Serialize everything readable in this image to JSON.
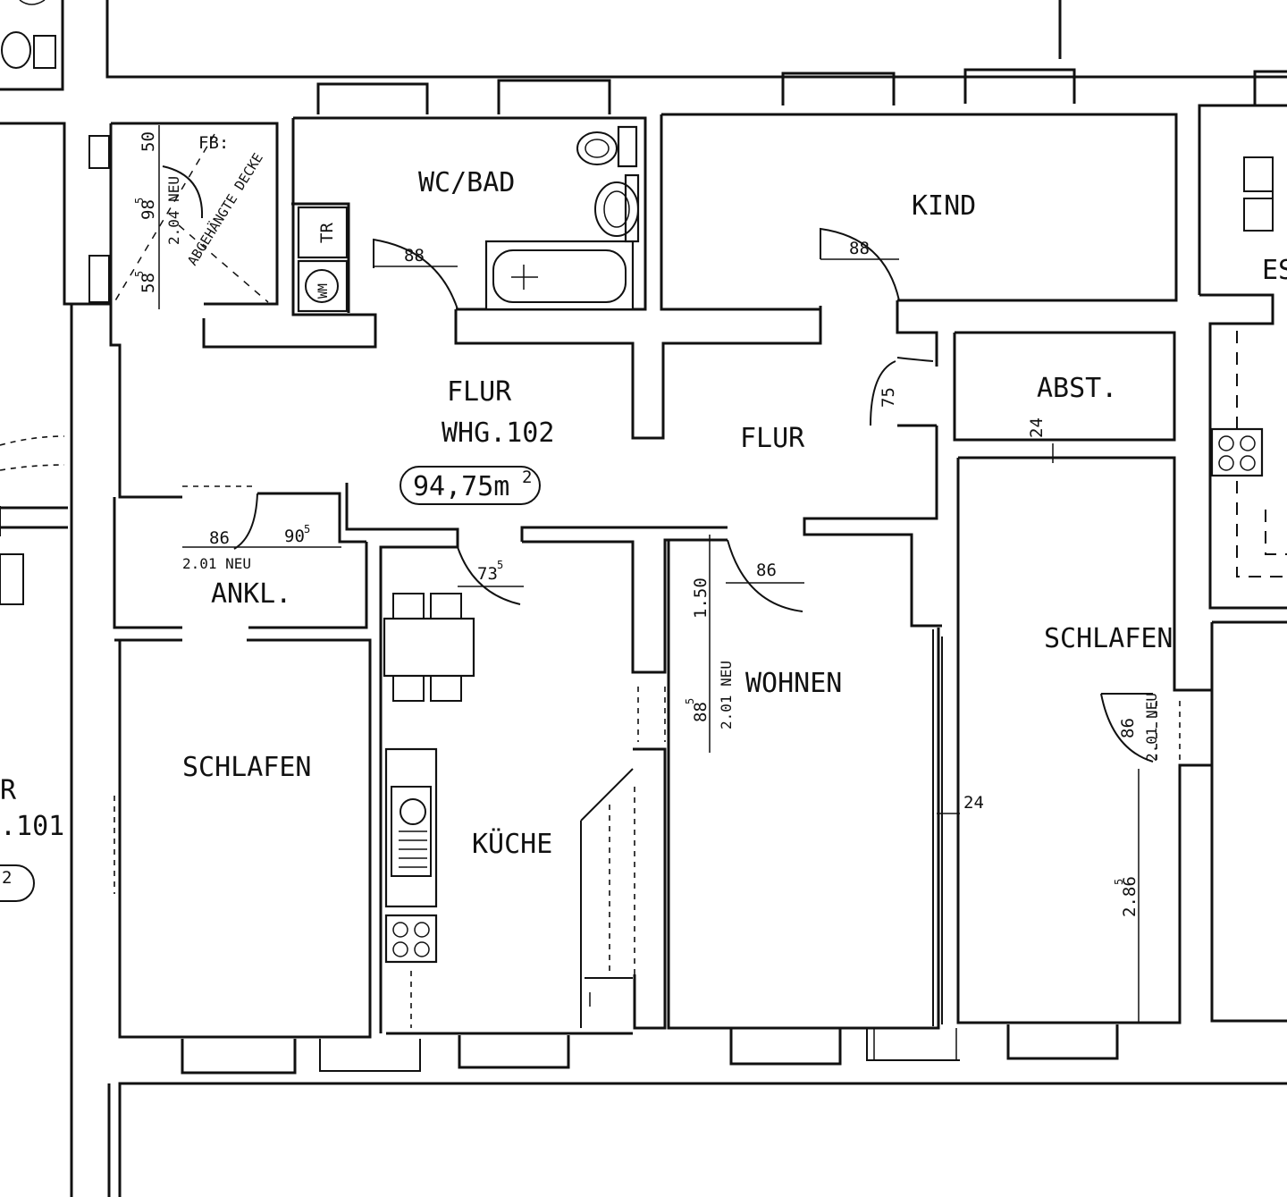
{
  "plan": {
    "apartment_label": "WHG.102",
    "area": "94,75m",
    "area_superscript": "2",
    "neighbor_fragment": "R",
    "neighbor_unit": ".101",
    "neighbor_area_fragment": "2",
    "neighbor_right_fragment": "ES",
    "rooms": {
      "wc_bad": "WC/BAD",
      "kind": "KIND",
      "flur_main": "FLUR",
      "flur_second": "FLUR",
      "abst": "ABST.",
      "ankl": "ANKL.",
      "schlafen_left": "SCHLAFEN",
      "kueche": "KÜCHE",
      "wohnen": "WOHNEN",
      "schlafen_right": "SCHLAFEN"
    },
    "fixtures": {
      "tr": "TR",
      "wm": "WM",
      "fb": "FB:",
      "abgehaengte_decke": "ABGEHÄNGTE DECKE"
    },
    "dimensions": {
      "entry_50": "50",
      "entry_98": "98",
      "entry_98_sup": "5",
      "entry_58": "58",
      "entry_58_sup": "5",
      "entry_door_height": "2.04 NEU",
      "bad_door": "88",
      "kind_door": "88",
      "abst_door": "75",
      "wall_24_top": "24",
      "ankl_86": "86",
      "ankl_90": "90",
      "ankl_90_sup": "5",
      "ankl_door_height": "2.01 NEU",
      "kueche_door": "73",
      "kueche_door_sup": "5",
      "wohnen_door": "86",
      "wohnen_150": "1.50",
      "wohnen_88": "88",
      "wohnen_88_sup": "5",
      "wohnen_door_height": "2.01 NEU",
      "wall_24_mid": "24",
      "schlafen_door": "86",
      "schlafen_door_height": "2.01 NEU",
      "schlafen_286": "2.86",
      "schlafen_286_sup": "5"
    }
  }
}
